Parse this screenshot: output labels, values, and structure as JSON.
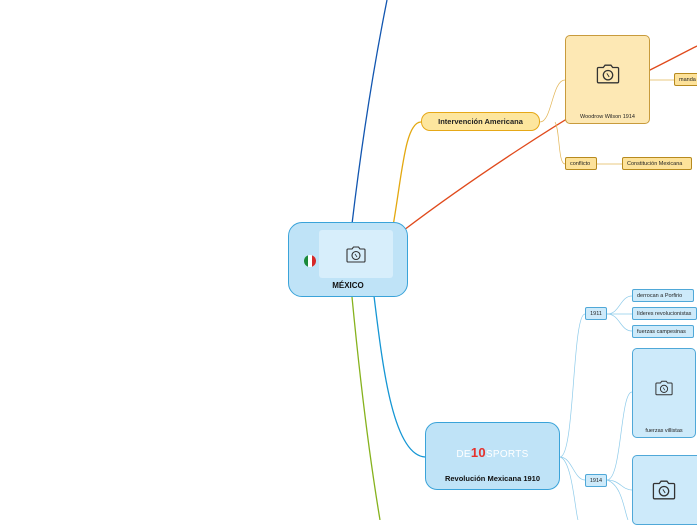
{
  "root": {
    "title": "MÉXICO"
  },
  "intervencion": {
    "label": "Intervención Americana",
    "photo_caption": "Woodrow Wilson 1914",
    "tag_manda": "manda",
    "tag_conflicto": "conflicto",
    "tag_constitucion": "Constitución Mexicana"
  },
  "revolucion": {
    "label": "Revolución Mexicana 1910",
    "logo_pre": "DE",
    "logo_num": "10",
    "logo_post": "SPORTS",
    "year_1911": "1911",
    "year_1914": "1914",
    "items_1911": [
      "derrocan a Porfirio",
      "líderes revolucionistas",
      "fuerzas campesinas"
    ],
    "photo_caption": "fuerzas villistas"
  },
  "colors": {
    "branch_blue": "#1256b0",
    "branch_orange": "#e3a810",
    "branch_red": "#e04a1c",
    "branch_cyan": "#1596d4",
    "branch_green": "#86b21d",
    "root_fill": "#bfe3f7"
  }
}
